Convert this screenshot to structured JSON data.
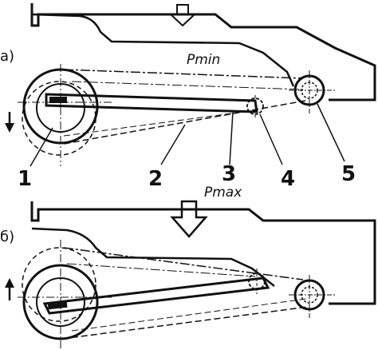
{
  "panels": [
    {
      "section_label": "а)",
      "pressure_label": "Pmin"
    },
    {
      "section_label": "б)",
      "pressure_label": "Pmax"
    }
  ],
  "part_numbers": [
    "1",
    "2",
    "3",
    "4",
    "5"
  ],
  "icons": [
    "down-arrow-icon",
    "up-arrow-icon",
    "push-arrow-icon"
  ]
}
